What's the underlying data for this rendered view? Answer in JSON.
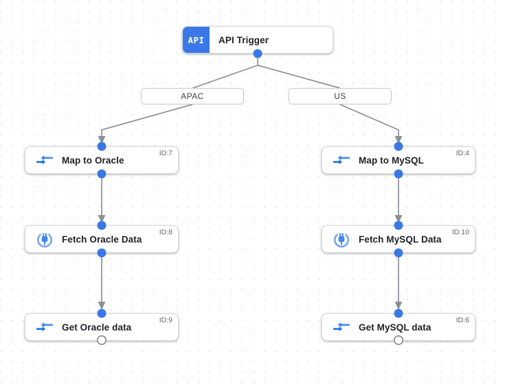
{
  "trigger": {
    "badge": "API",
    "label": "API Trigger"
  },
  "branches": [
    {
      "label": "APAC"
    },
    {
      "label": "US"
    }
  ],
  "nodes": [
    {
      "label": "Map to Oracle",
      "id_label": "ID:7",
      "icon": "data-mapping-icon"
    },
    {
      "label": "Fetch Oracle Data",
      "id_label": "ID:8",
      "icon": "connector-icon"
    },
    {
      "label": "Get Oracle data",
      "id_label": "ID:9",
      "icon": "data-mapping-icon"
    },
    {
      "label": "Map to MySQL",
      "id_label": "ID:4",
      "icon": "data-mapping-icon"
    },
    {
      "label": "Fetch MySQL Data",
      "id_label": "ID:10",
      "icon": "connector-icon"
    },
    {
      "label": "Get MySQL data",
      "id_label": "ID:6",
      "icon": "data-mapping-icon"
    }
  ],
  "colors": {
    "accent_blue": "#3b78e7",
    "icon_blue": "#4285f4",
    "icon_light_blue": "#7baaf7",
    "edge_gray": "#8a9096",
    "node_border": "#dadce0",
    "text_primary": "#202124",
    "text_secondary": "#5f6368"
  }
}
